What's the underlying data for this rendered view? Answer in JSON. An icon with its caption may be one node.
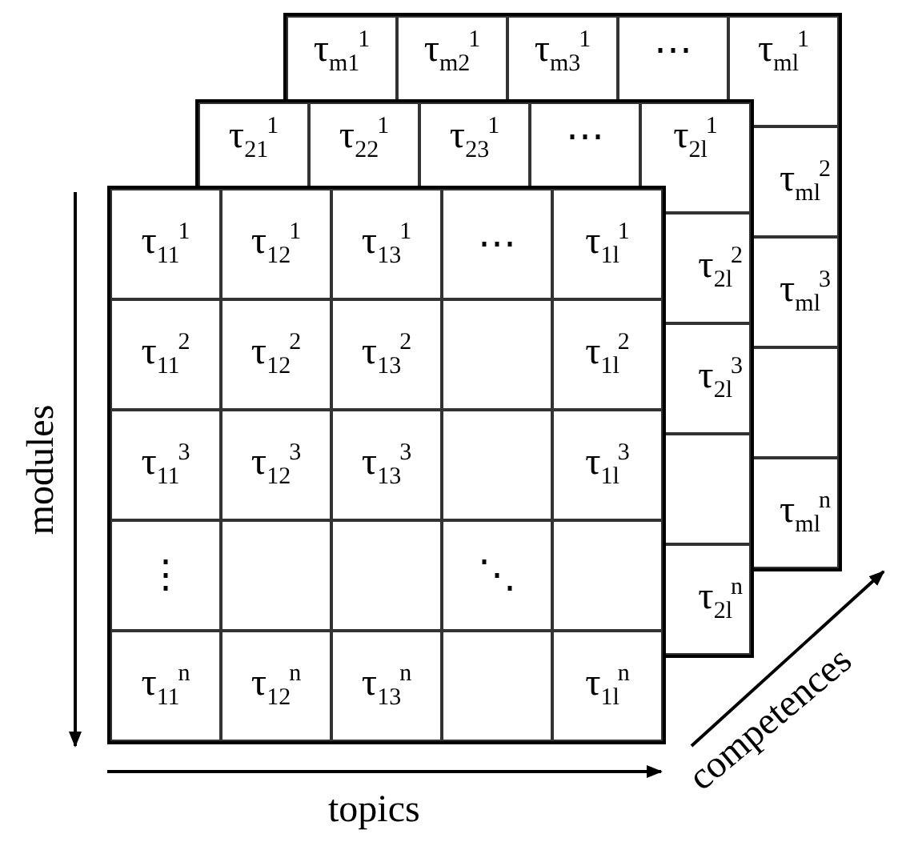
{
  "diagram": {
    "labels": [
      "τ$_{m1}$$^{1}$",
      "τ$_{m2}$$^{1}$",
      "τ$_{m3}$$^{1}$",
      "⋯",
      "τ$_{ml}$$^{1}$",
      "τ$_{ml}$$^{2}$",
      "τ$_{ml}$$^{3}$",
      "τ$_{ml}$$^{n}$",
      "τ$_{21}$$^{1}$",
      "τ$_{22}$$^{1}$",
      "τ$_{23}$$^{1}$",
      "⋯",
      "τ$_{2l}$$^{1}$",
      "τ$_{2l}$$^{2}$",
      "τ$_{2l}$$^{3}$",
      "τ$_{2l}$$^{n}$",
      "τ$_{11}$$^{1}$",
      "τ$_{12}$$^{1}$",
      "τ$_{13}$$^{1}$",
      "⋯",
      "τ$_{1l}$$^{1}$",
      "τ$_{11}$$^{2}$",
      "τ$_{12}$$^{2}$",
      "τ$_{13}$$^{2}$",
      "τ$_{1l}$$^{2}$",
      "τ$_{11}$$^{3}$",
      "τ$_{12}$$^{3}$",
      "τ$_{13}$$^{3}$",
      "τ$_{1l}$$^{3}$",
      "⋮",
      "⋱",
      "τ$_{11}$$^{n}$",
      "τ$_{12}$$^{n}$",
      "τ$_{13}$$^{n}$",
      "τ$_{1l}$$^{n}$",
      "modules",
      "topics",
      "competences"
    ]
  }
}
